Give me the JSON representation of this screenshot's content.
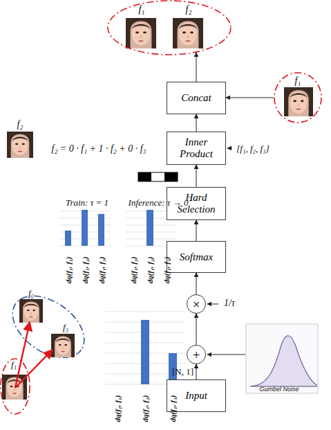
{
  "diagram": {
    "nodes": [
      {
        "text": [
          "f₁",
          "f₂"
        ]
      },
      {
        "text": [
          "Concat"
        ]
      },
      {
        "text": [
          "f₁"
        ]
      },
      {
        "text": [
          "Inner Product"
        ]
      },
      {
        "text": [
          "Hard Selection"
        ]
      },
      {
        "text": [
          "Softmax"
        ]
      },
      {
        "text": [
          "×"
        ]
      },
      {
        "text": [
          "+"
        ]
      },
      {
        "text": [
          "Input"
        ]
      }
    ],
    "edges": [
      {
        "from": 1,
        "to": 0,
        "arrow": "to"
      },
      {
        "from": 2,
        "to": 1,
        "arrow": "to"
      },
      {
        "from": 3,
        "to": 1,
        "arrow": "to"
      },
      {
        "from": 4,
        "to": 3,
        "arrow": "to"
      },
      {
        "from": 5,
        "to": 4,
        "arrow": "to"
      },
      {
        "from": 6,
        "to": 5,
        "arrow": "to"
      },
      {
        "from": 7,
        "to": 6,
        "arrow": "to"
      },
      {
        "from": 8,
        "to": 7,
        "arrow": "to",
        "label": "[N, 1]"
      }
    ],
    "labels": [
      "f₂",
      "f₂ = 0 · f₁ + 1 · f₂ + 0 · f₃",
      "[f₁, f₂, f₃]",
      "Train: τ = 1",
      "Inference: τ → 0⁺",
      "dq(f₁, f₁)",
      "dq(f₁, f₂)",
      "dq(f₁, f₃)",
      "dq(f₁, f₁)",
      "dq(f₁, f₂)",
      "dq(f₁, f₃)",
      "1/τ",
      "f₂",
      "f₃",
      "Gumbel Noise",
      "dq(f₁, f₁)",
      "dq(f₁, f₂)",
      "dq(f₁, f₃)",
      "f₁"
    ]
  }
}
